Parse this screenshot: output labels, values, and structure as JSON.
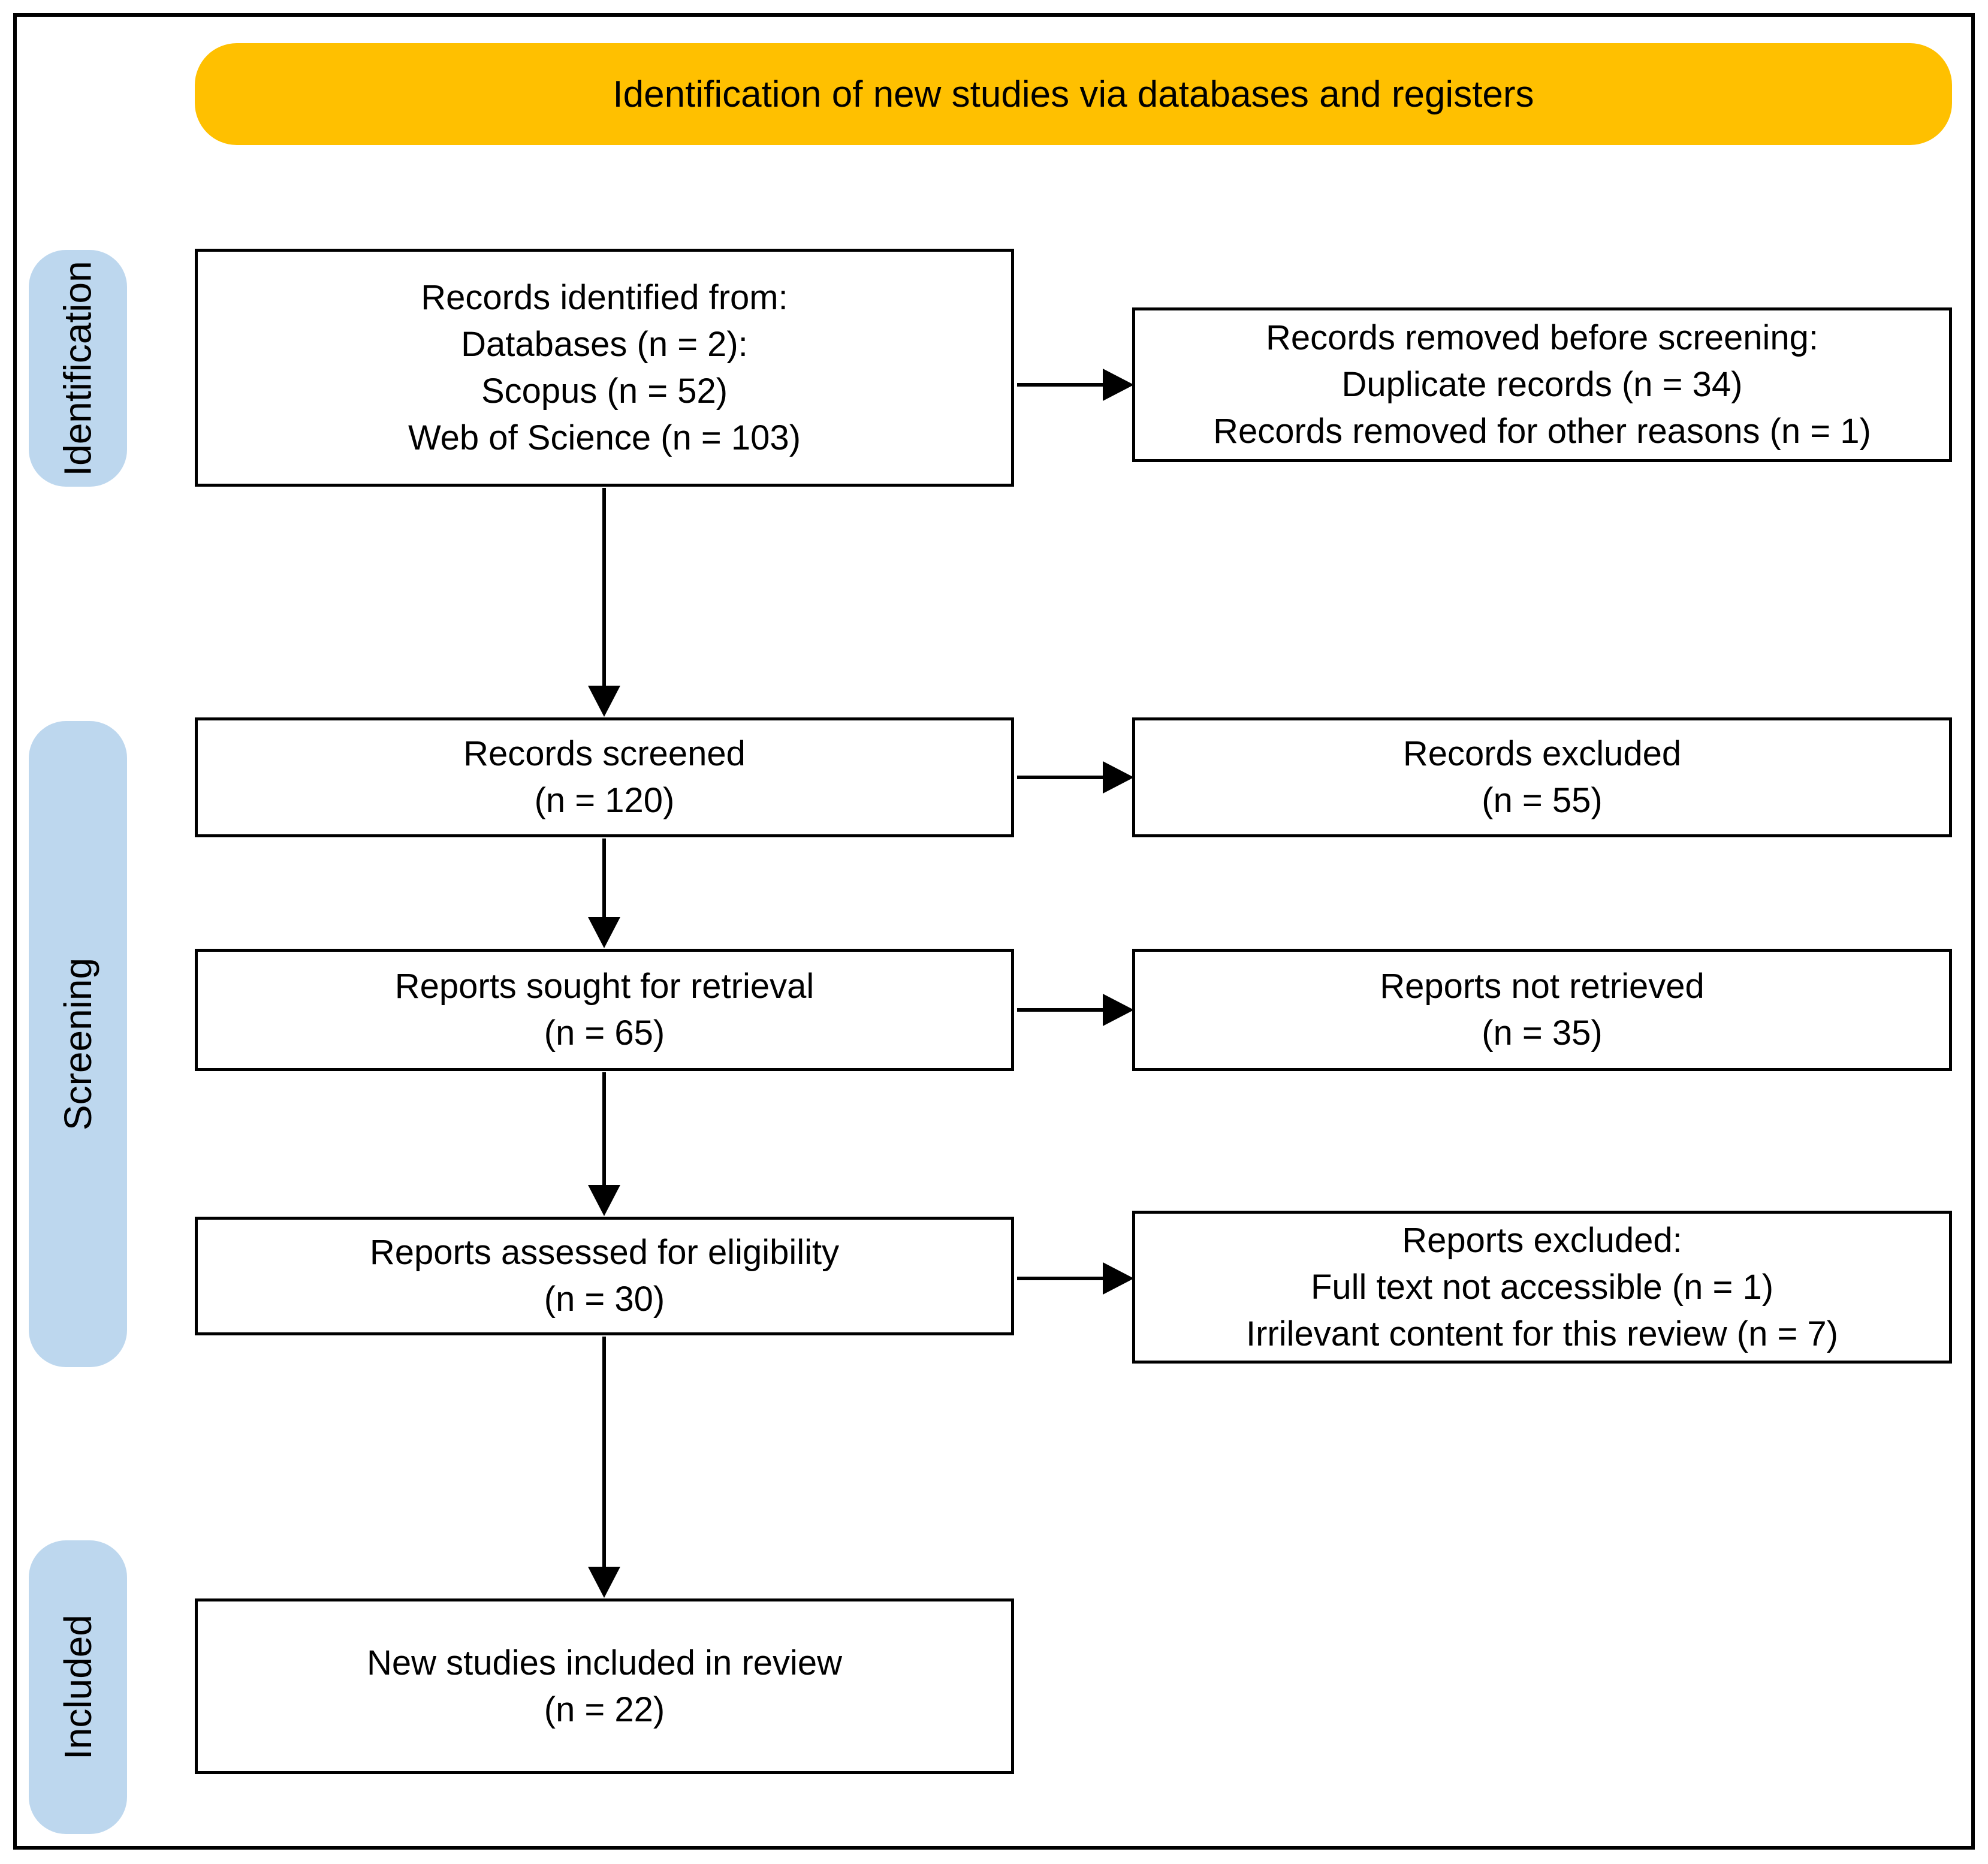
{
  "banner": {
    "title": "Identification of new studies via databases and registers"
  },
  "stages": {
    "identification": "Identification",
    "screening": "Screening",
    "included": "Included"
  },
  "boxes": {
    "records_identified": {
      "lines": [
        "Records identified from:",
        "Databases (n = 2):",
        "Scopus (n = 52)",
        "Web of Science (n = 103)"
      ]
    },
    "records_removed": {
      "lines": [
        "Records removed before screening:",
        "Duplicate records (n = 34)",
        "Records removed for other reasons (n = 1)"
      ]
    },
    "records_screened": {
      "lines": [
        "Records screened",
        "(n = 120)"
      ]
    },
    "records_excluded": {
      "lines": [
        "Records excluded",
        "(n = 55)"
      ]
    },
    "reports_sought": {
      "lines": [
        "Reports sought for retrieval",
        "(n = 65)"
      ]
    },
    "reports_not_retrieved": {
      "lines": [
        "Reports not retrieved",
        "(n = 35)"
      ]
    },
    "reports_assessed": {
      "lines": [
        "Reports assessed for eligibility",
        "(n = 30)"
      ]
    },
    "reports_excluded": {
      "lines": [
        "Reports excluded:",
        "Full text not accessible (n = 1)",
        "Irrilevant content for this review (n = 7)"
      ]
    },
    "studies_included": {
      "lines": [
        "New studies included in review",
        "(n = 22)"
      ]
    }
  },
  "colors": {
    "banner_bg": "#FFC000",
    "stage_bg": "#BDD7EE",
    "box_border": "#000000",
    "text": "#000000",
    "background": "#FFFFFF"
  }
}
